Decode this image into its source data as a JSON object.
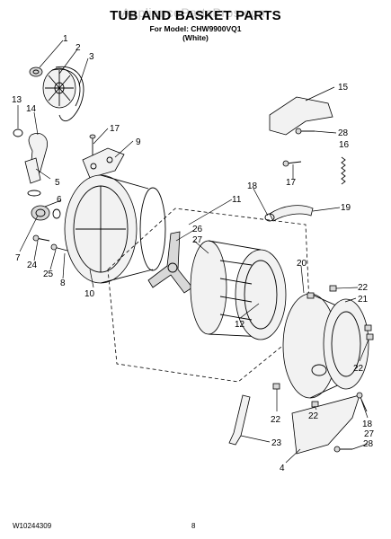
{
  "watermark": "AppliancePartsPros.com",
  "title": "TUB AND BASKET PARTS",
  "subtitle": "For Model: CHW9900VQ1",
  "variant": "(White)",
  "footer": {
    "code": "W10244309",
    "page": "8"
  },
  "callouts": [
    "1",
    "2",
    "3",
    "13",
    "14",
    "17",
    "9",
    "5",
    "6",
    "7",
    "24",
    "25",
    "8",
    "10",
    "11",
    "26",
    "27",
    "12",
    "15",
    "28",
    "16",
    "17",
    "18",
    "19",
    "20",
    "22",
    "21",
    "22",
    "22",
    "22",
    "18",
    "27",
    "28",
    "23",
    "4"
  ]
}
